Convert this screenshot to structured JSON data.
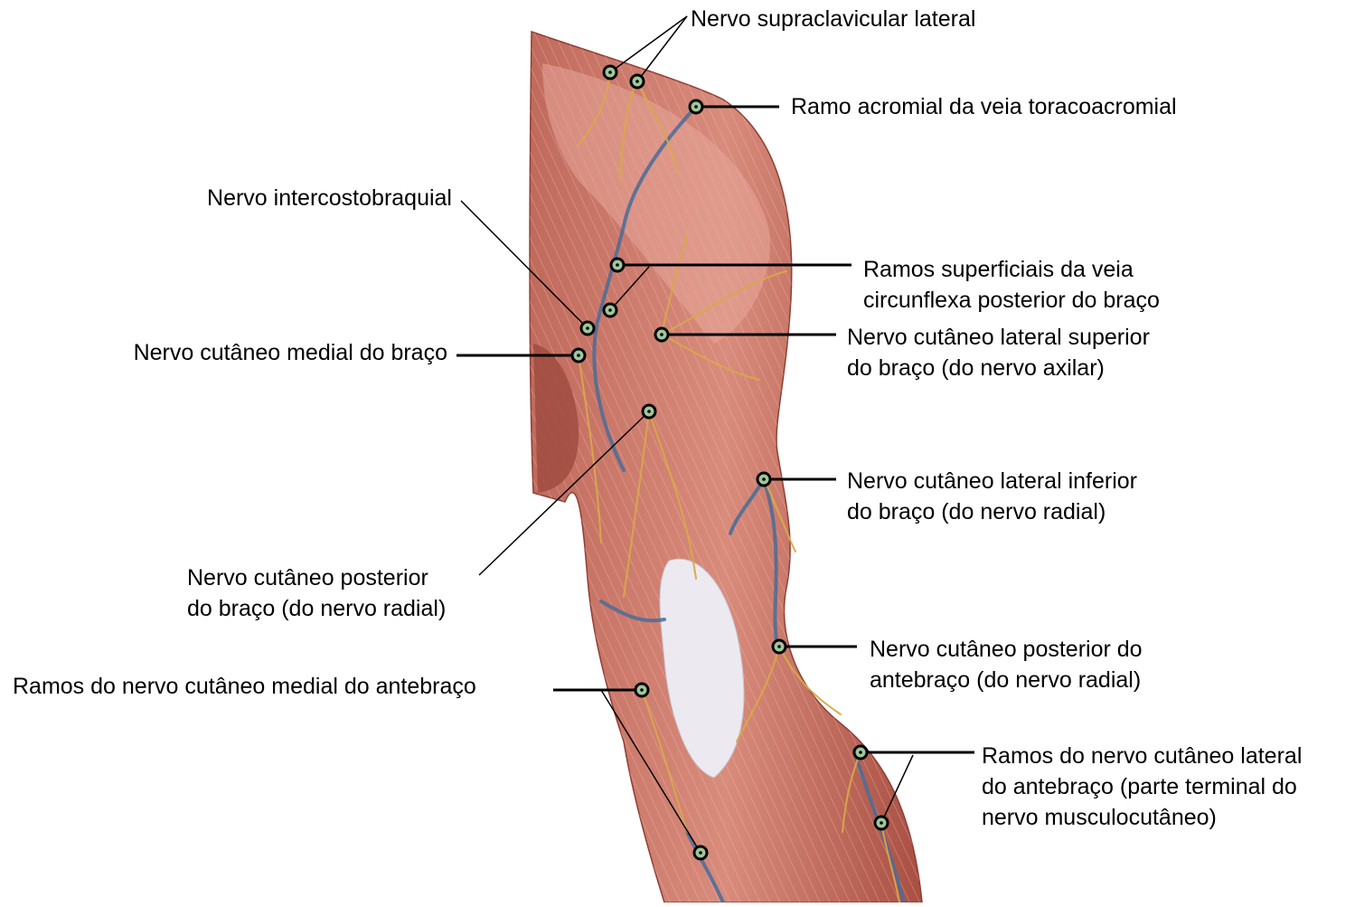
{
  "labels": {
    "supraclavicular": "Nervo supraclavicular lateral",
    "acromial": "Ramo acromial da veia toracoacromial",
    "intercostobraquial": "Nervo intercostobraquial",
    "circunflexa_1": "Ramos superficiais da veia",
    "circunflexa_2": "circunflexa posterior do braço",
    "medial_braco": "Nervo cutâneo medial do braço",
    "lateral_sup_1": "Nervo cutâneo lateral superior",
    "lateral_sup_2": "do braço (do nervo axilar)",
    "lateral_inf_1": "Nervo cutâneo lateral inferior",
    "lateral_inf_2": "do braço (do nervo radial)",
    "posterior_braco_1": "Nervo cutâneo posterior",
    "posterior_braco_2": "do braço (do nervo radial)",
    "posterior_antebraco_1": "Nervo cutâneo posterior do",
    "posterior_antebraco_2": "antebraço (do nervo radial)",
    "medial_antebraco": "Ramos do nervo cutâneo medial do antebraço",
    "musculocutaneo_1": "Ramos do nervo cutâneo lateral",
    "musculocutaneo_2": "do antebraço (parte terminal do",
    "musculocutaneo_3": "nervo musculocutâneo)"
  },
  "colors": {
    "muscle": "#b0574a",
    "muscle_light": "#d98c7c",
    "tendon": "#e8e4ea",
    "nerve": "#d8a948",
    "vein": "#4a6c98",
    "marker": "#9fc79a"
  }
}
